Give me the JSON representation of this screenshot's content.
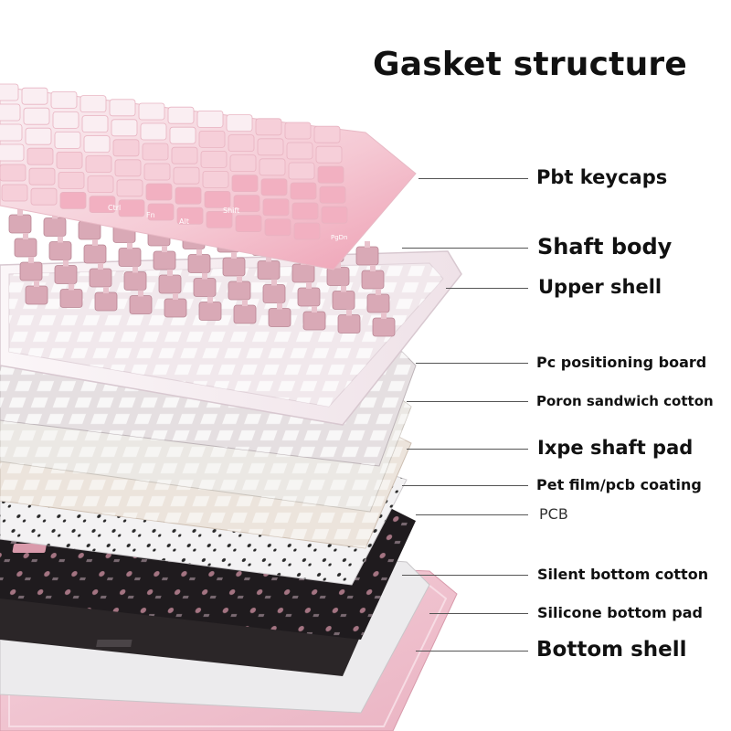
{
  "title": "Gasket structure",
  "layers": [
    {
      "label": "Pbt keycaps"
    },
    {
      "label": "Shaft body"
    },
    {
      "label": "Upper shell"
    },
    {
      "label": "Pc positioning board"
    },
    {
      "label": "Poron sandwich cotton"
    },
    {
      "label": "Ixpe shaft pad"
    },
    {
      "label": "Pet film/pcb coating"
    },
    {
      "label": "PCB"
    },
    {
      "label": "Silent bottom cotton"
    },
    {
      "label": "Silicone bottom pad"
    },
    {
      "label": "Bottom shell"
    }
  ],
  "keycaps": {
    "ctrl": "Ctrl",
    "fn": "Fn",
    "alt": "Alt",
    "shift": "Shift",
    "pgdn": "PgDn"
  },
  "colors": {
    "keycap_light": "#f6e4ea",
    "keycap_pink": "#f2b6c4",
    "switch_pink": "#d9a9b6",
    "upper_shell": "#f5eef2",
    "pcb": "#1f1b1e",
    "bottom_shell": "#f0c6d3",
    "leader": "#555555"
  }
}
